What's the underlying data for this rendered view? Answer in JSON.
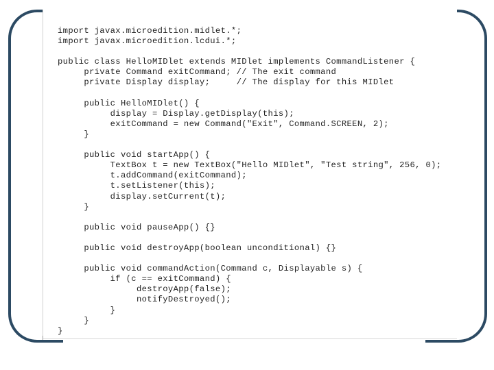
{
  "code_lines": [
    "import javax.microedition.midlet.*;",
    "import javax.microedition.lcdui.*;",
    "",
    "public class HelloMIDlet extends MIDlet implements CommandListener {",
    "     private Command exitCommand; // The exit command",
    "     private Display display;     // The display for this MIDlet",
    "",
    "     public HelloMIDlet() {",
    "          display = Display.getDisplay(this);",
    "          exitCommand = new Command(\"Exit\", Command.SCREEN, 2);",
    "     }",
    "",
    "     public void startApp() {",
    "          TextBox t = new TextBox(\"Hello MIDlet\", \"Test string\", 256, 0);",
    "          t.addCommand(exitCommand);",
    "          t.setListener(this);",
    "          display.setCurrent(t);",
    "     }",
    "",
    "     public void pauseApp() {}",
    "",
    "     public void destroyApp(boolean unconditional) {}",
    "",
    "     public void commandAction(Command c, Displayable s) {",
    "          if (c == exitCommand) {",
    "               destroyApp(false);",
    "               notifyDestroyed();",
    "          }",
    "     }",
    "}"
  ],
  "colors": {
    "frame": "#2c4a63",
    "text": "#222222",
    "background": "#ffffff"
  }
}
